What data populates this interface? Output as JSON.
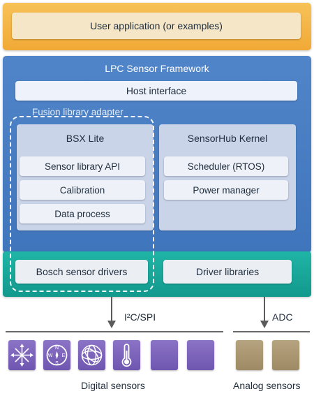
{
  "app": {
    "label": "User application (or examples)"
  },
  "framework": {
    "title": "LPC Sensor Framework",
    "host_interface": "Host interface",
    "fusion_label": "Fusion library adapter",
    "bsx": {
      "title": "BSX Lite",
      "items": [
        "Sensor library API",
        "Calibration",
        "Data process"
      ]
    },
    "kernel": {
      "title": "SensorHub Kernel",
      "items": [
        "Scheduler (RTOS)",
        "Power manager"
      ]
    }
  },
  "drivers": {
    "bosch": "Bosch sensor drivers",
    "libraries": "Driver libraries"
  },
  "buses": {
    "digital": "I²C/SPI",
    "analog": "ADC"
  },
  "sensors": {
    "digital_label": "Digital sensors",
    "analog_label": "Analog sensors",
    "digital_icons": [
      "accelerometer-icon",
      "compass-icon",
      "gyroscope-icon",
      "thermometer-icon",
      "",
      ""
    ]
  },
  "colors": {
    "app": "#f1a936",
    "framework": "#4a7ec4",
    "drivers": "#17a89b",
    "digital_sensor": "#7b63b9",
    "analog_sensor": "#a8946e"
  }
}
